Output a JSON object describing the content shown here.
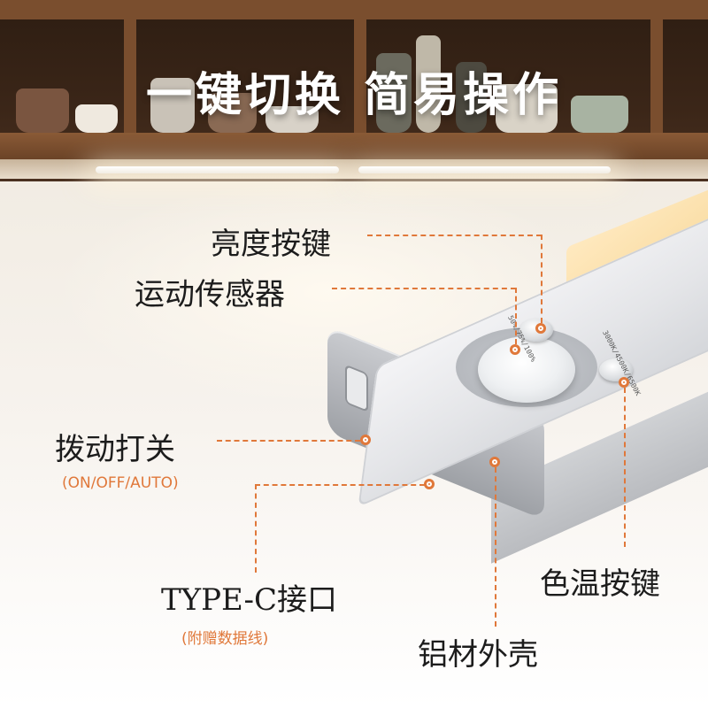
{
  "headline": "一键切换  简易操作",
  "callouts": {
    "brightness_button": "亮度按键",
    "motion_sensor": "运动传感器",
    "toggle_switch": "拨动打关",
    "toggle_modes": "(ON/OFF/AUTO)",
    "typec_port": "TYPE-C接口",
    "typec_note": "(附赠数据线)",
    "color_temp_button": "色温按键",
    "aluminum_shell": "铝材外壳"
  },
  "device_print": {
    "brightness_levels": "50%/75%/100%",
    "color_temps": "3000K/4500K/6500K"
  },
  "colors": {
    "accent": "#e0783a",
    "heading": "#ffffff",
    "label": "#1c1c1c"
  }
}
